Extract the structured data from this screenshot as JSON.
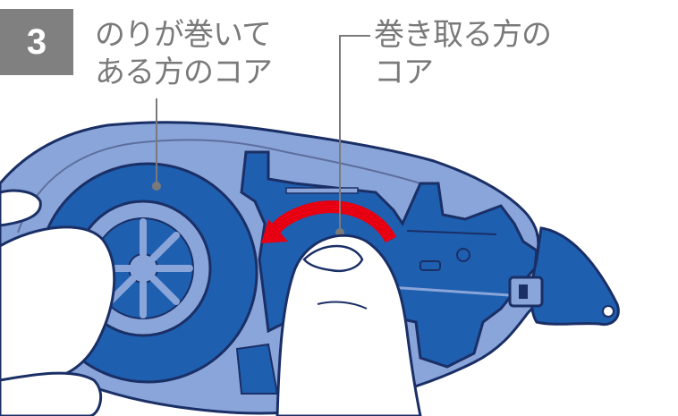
{
  "step": {
    "number": "3"
  },
  "labels": {
    "supply_core": {
      "line1": "のりが巻いて",
      "line2": "ある方のコア"
    },
    "takeup_core": {
      "line1": "巻き取る方の",
      "line2": "コア"
    }
  },
  "colors": {
    "body_light": "#8aa5d9",
    "body_outline": "#1a2f66",
    "blue_part": "#1f5fb0",
    "arrow_red": "#e60012",
    "badge_gray": "#808080",
    "label_gray": "#7a7a7a",
    "finger": "#ffffff"
  }
}
